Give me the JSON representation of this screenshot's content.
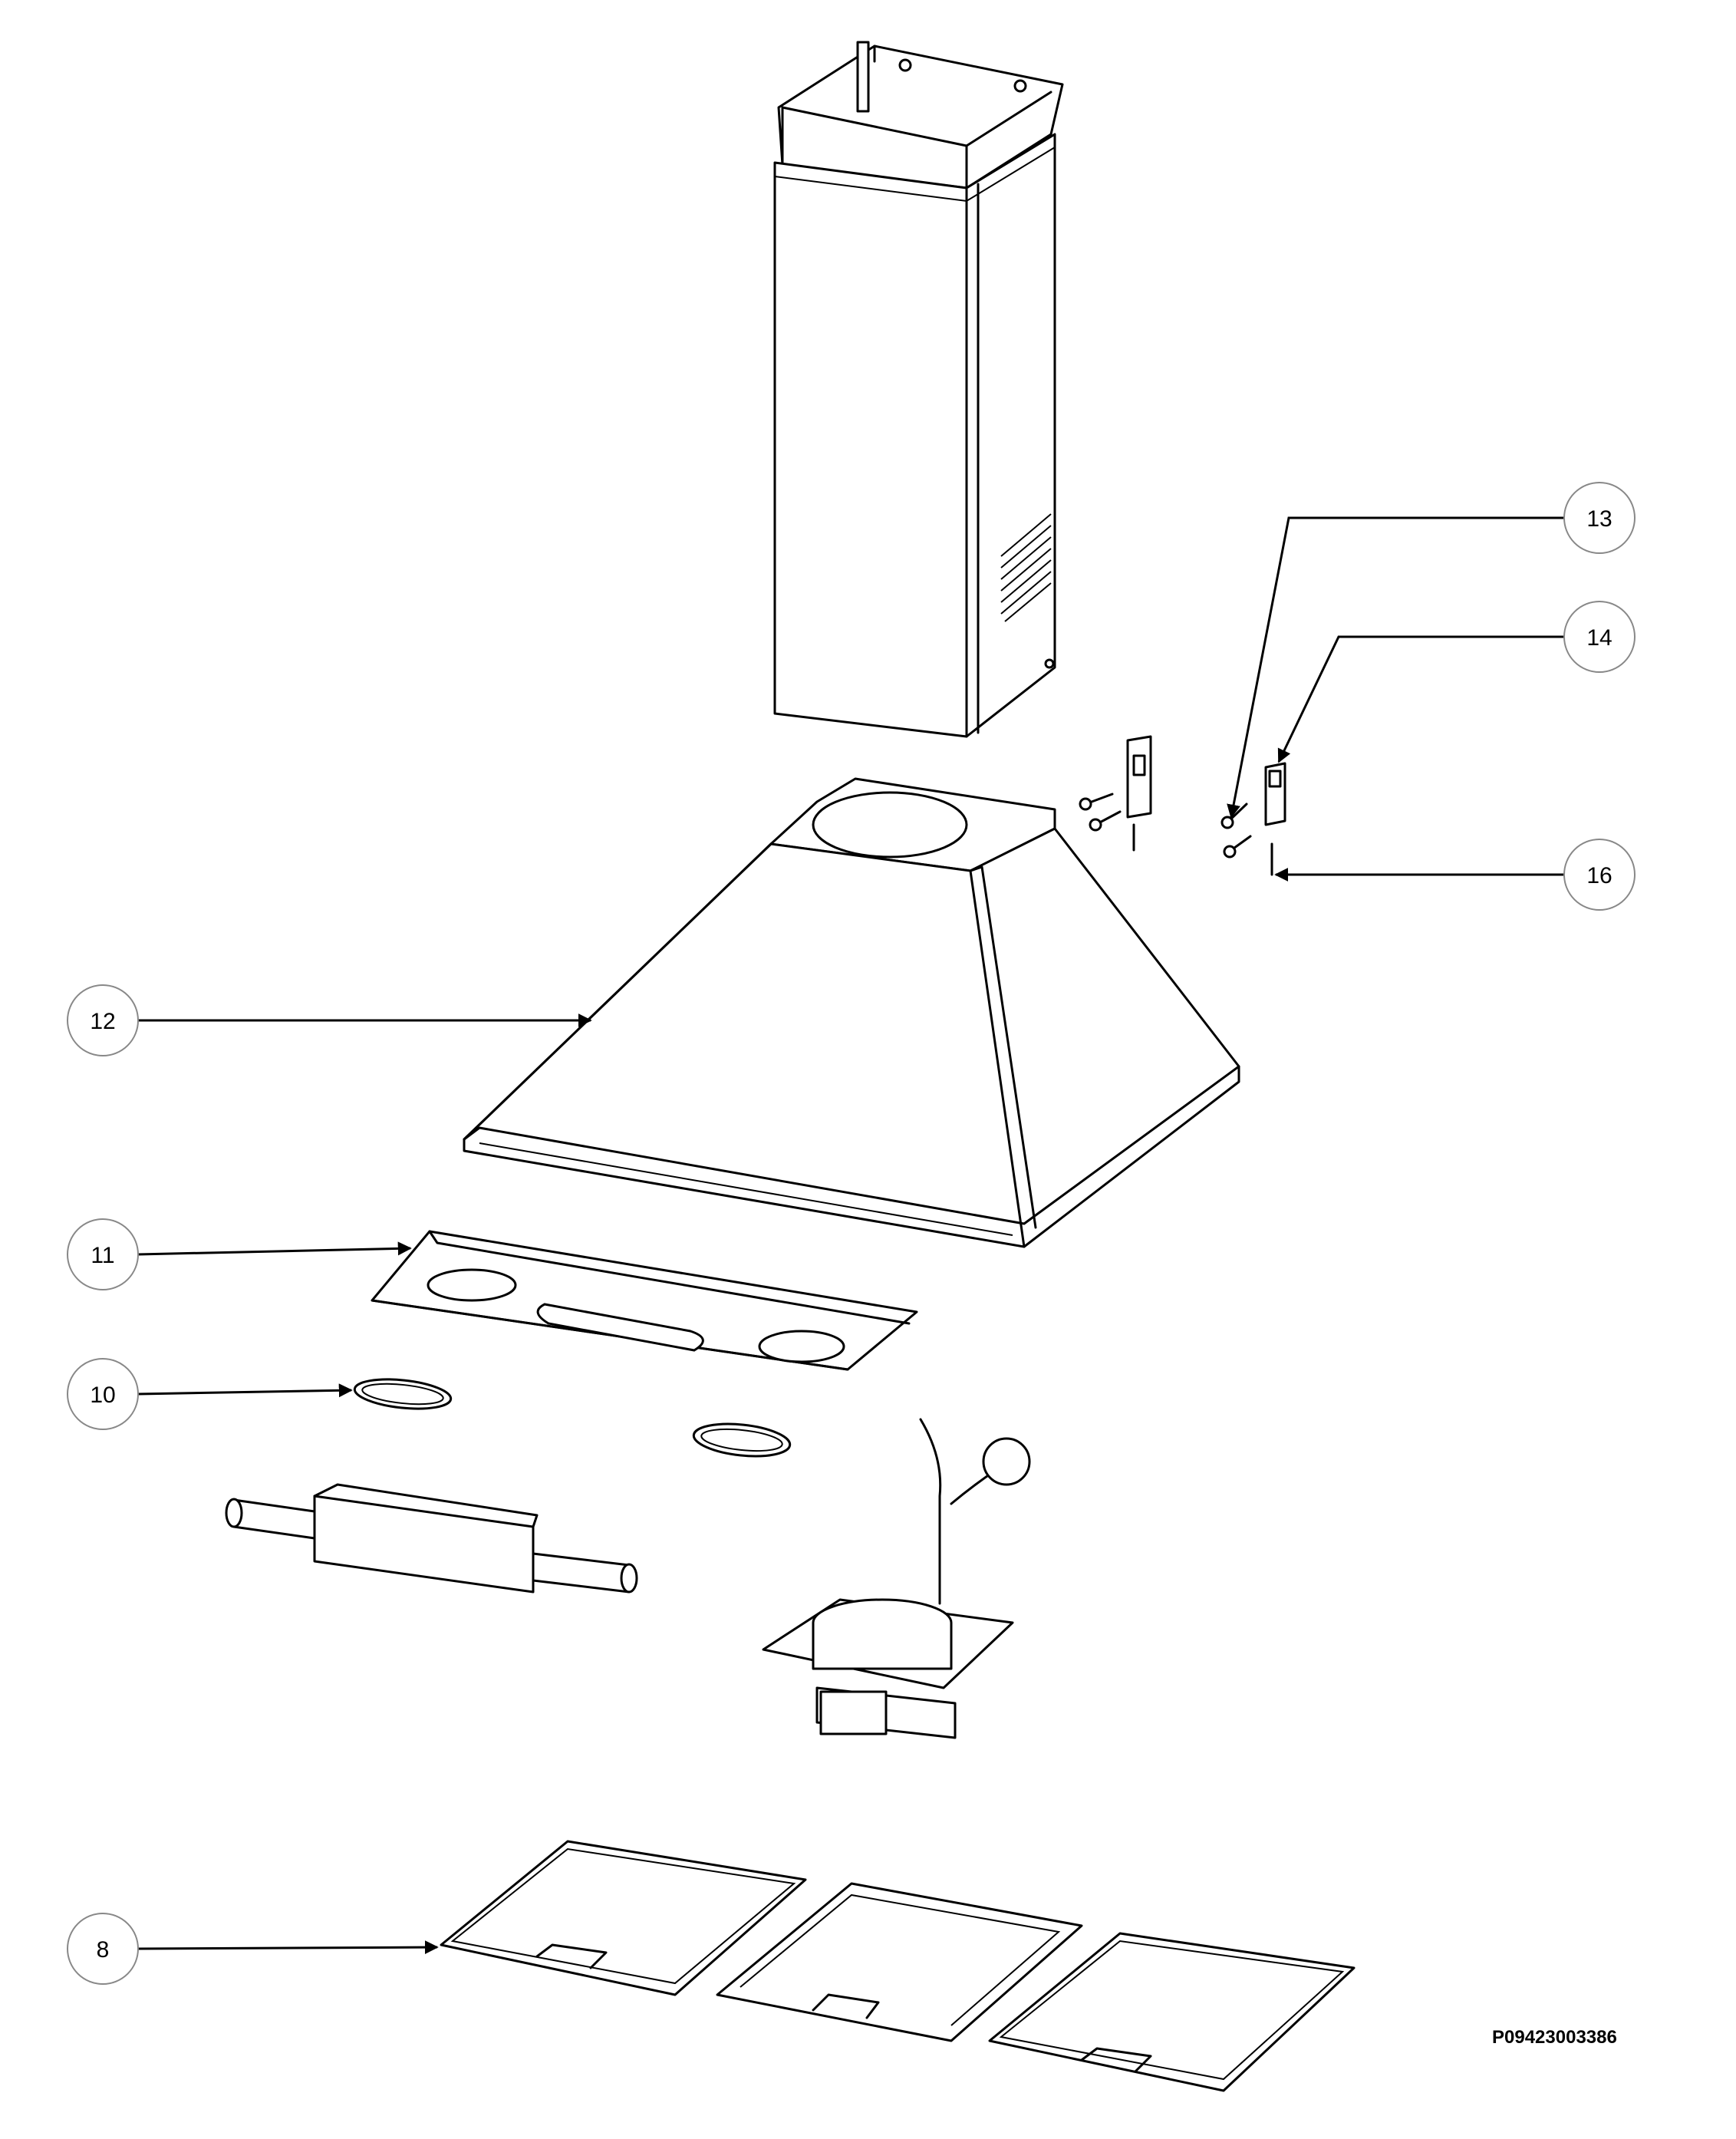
{
  "callouts": [
    {
      "id": "c13",
      "label": "13"
    },
    {
      "id": "c14",
      "label": "14"
    },
    {
      "id": "c16",
      "label": "16"
    },
    {
      "id": "c12",
      "label": "12"
    },
    {
      "id": "c11",
      "label": "11"
    },
    {
      "id": "c10",
      "label": "10"
    },
    {
      "id": "c8",
      "label": "8"
    }
  ],
  "drawing_code": "P09423003386"
}
